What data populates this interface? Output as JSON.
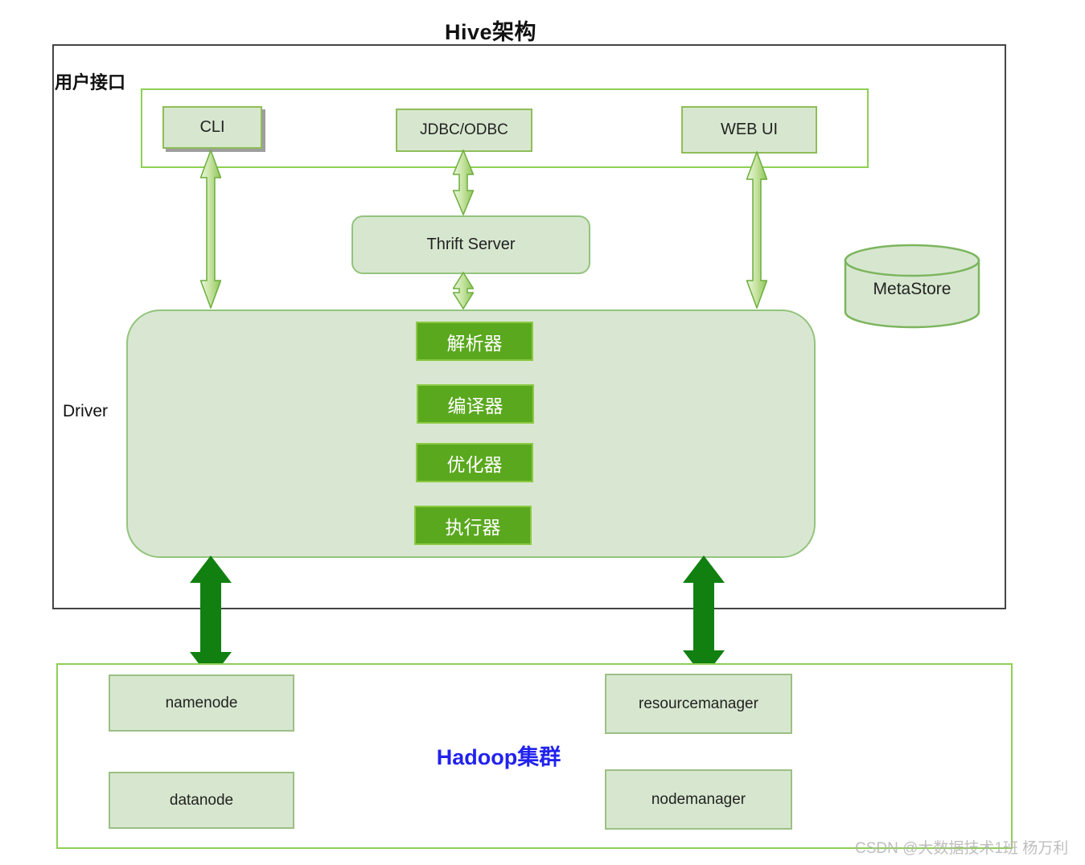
{
  "title": "Hive架构",
  "colors": {
    "panel_border_dark": "#454545",
    "panel_border_green": "#8ed054",
    "box_fill": "#d7e7cf",
    "box_border": "#93c47d",
    "component_green": "#5aa81e",
    "light_arrow_green": "#97ca5e",
    "dark_arrow_green": "#118011",
    "hadoop_label_blue": "#2222ee",
    "watermark_gray": "#b3b3b3"
  },
  "user_interface": {
    "label": "用户接口",
    "boxes": [
      {
        "label": "CLI"
      },
      {
        "label": "JDBC/ODBC"
      },
      {
        "label": "WEB UI"
      }
    ]
  },
  "thrift_server": {
    "label": "Thrift Server"
  },
  "metastore": {
    "label": "MetaStore"
  },
  "driver": {
    "label": "Driver",
    "components": [
      {
        "label": "解析器"
      },
      {
        "label": "编译器"
      },
      {
        "label": "优化器"
      },
      {
        "label": "执行器"
      }
    ]
  },
  "hadoop_cluster": {
    "label": "Hadoop集群",
    "nodes": [
      {
        "label": "namenode"
      },
      {
        "label": "datanode"
      },
      {
        "label": "resourcemanager"
      },
      {
        "label": "nodemanager"
      }
    ]
  },
  "watermark": {
    "text": "CSDN @大数据技术1班 杨万利"
  }
}
